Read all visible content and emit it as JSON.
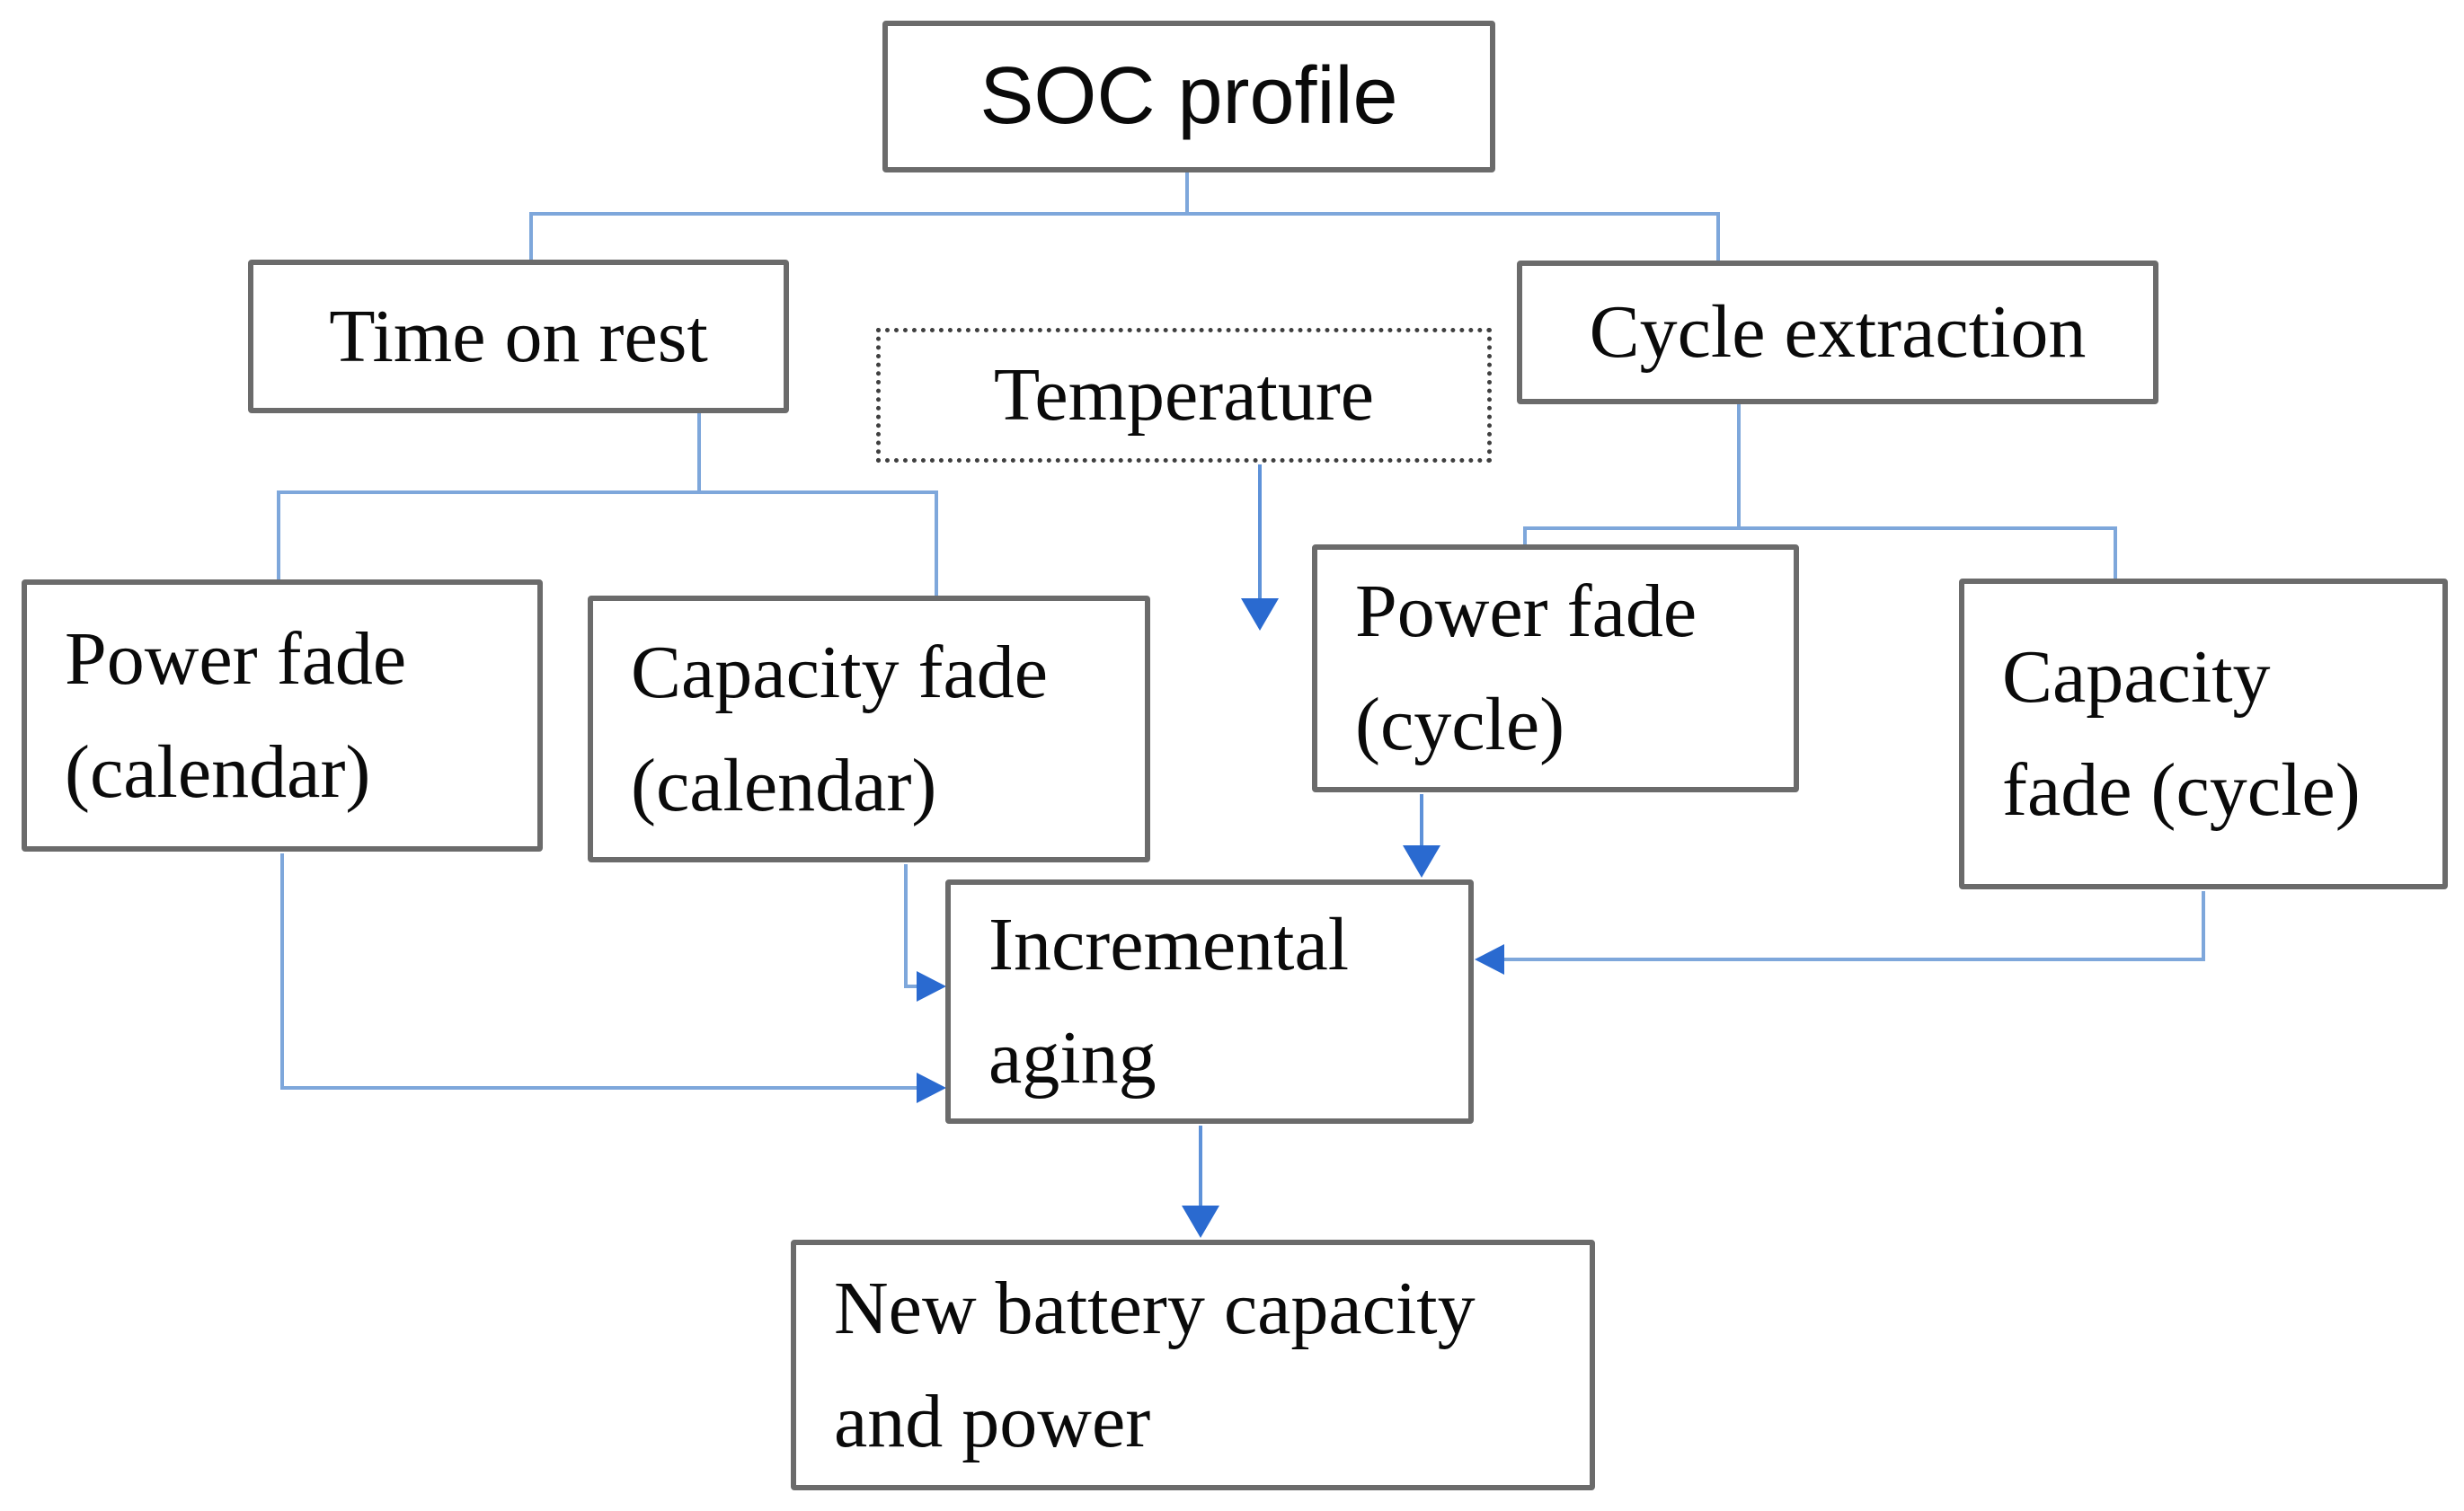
{
  "diagram": {
    "type": "flowchart",
    "description": "Battery state-of-charge aging model flowchart",
    "background": "#ffffff",
    "colors": {
      "box_border": "#6b6b6b",
      "dotted_border": "#3f3f3f",
      "connector_line": "#7ea7db",
      "arrow_shaft": "#5e92d9",
      "arrowhead": "#2a6ad0",
      "text": "#0a0a0a"
    },
    "nodes": [
      {
        "id": "soc-profile",
        "label": "SOC profile",
        "border": "solid",
        "font": "sans-serif"
      },
      {
        "id": "time-on-rest",
        "label": "Time on rest",
        "border": "solid",
        "font": "serif"
      },
      {
        "id": "temperature",
        "label": "Temperature",
        "border": "dotted",
        "font": "serif"
      },
      {
        "id": "cycle-extraction",
        "label": "Cycle extraction",
        "border": "solid",
        "font": "serif"
      },
      {
        "id": "power-fade-calendar",
        "line1": "Power fade",
        "line2": "(calendar)",
        "border": "solid",
        "font": "serif"
      },
      {
        "id": "capacity-fade-calendar",
        "line1": "Capacity fade",
        "line2": "(calendar)",
        "border": "solid",
        "font": "serif"
      },
      {
        "id": "power-fade-cycle",
        "line1": "Power fade",
        "line2": "(cycle)",
        "border": "solid",
        "font": "serif"
      },
      {
        "id": "capacity-fade-cycle",
        "line1": "Capacity",
        "line2": "fade (cycle)",
        "border": "solid",
        "font": "serif"
      },
      {
        "id": "incremental-aging",
        "line1": "Incremental",
        "line2": "aging",
        "border": "solid",
        "font": "serif"
      },
      {
        "id": "new-battery-capacity",
        "line1": "New battery capacity",
        "line2": "and power",
        "border": "solid",
        "font": "serif"
      }
    ],
    "edges": [
      {
        "from": "soc-profile",
        "to": "time-on-rest",
        "arrow": false
      },
      {
        "from": "soc-profile",
        "to": "cycle-extraction",
        "arrow": false
      },
      {
        "from": "time-on-rest",
        "to": "power-fade-calendar",
        "arrow": false
      },
      {
        "from": "time-on-rest",
        "to": "capacity-fade-calendar",
        "arrow": false
      },
      {
        "from": "temperature",
        "to": "",
        "arrow": true,
        "direction": "down"
      },
      {
        "from": "cycle-extraction",
        "to": "power-fade-cycle",
        "arrow": false
      },
      {
        "from": "cycle-extraction",
        "to": "capacity-fade-cycle",
        "arrow": false
      },
      {
        "from": "power-fade-cycle",
        "to": "incremental-aging",
        "arrow": true
      },
      {
        "from": "capacity-fade-calendar",
        "to": "incremental-aging",
        "arrow": true
      },
      {
        "from": "power-fade-calendar",
        "to": "incremental-aging",
        "arrow": true
      },
      {
        "from": "capacity-fade-cycle",
        "to": "incremental-aging",
        "arrow": true
      },
      {
        "from": "incremental-aging",
        "to": "new-battery-capacity",
        "arrow": true
      }
    ]
  }
}
